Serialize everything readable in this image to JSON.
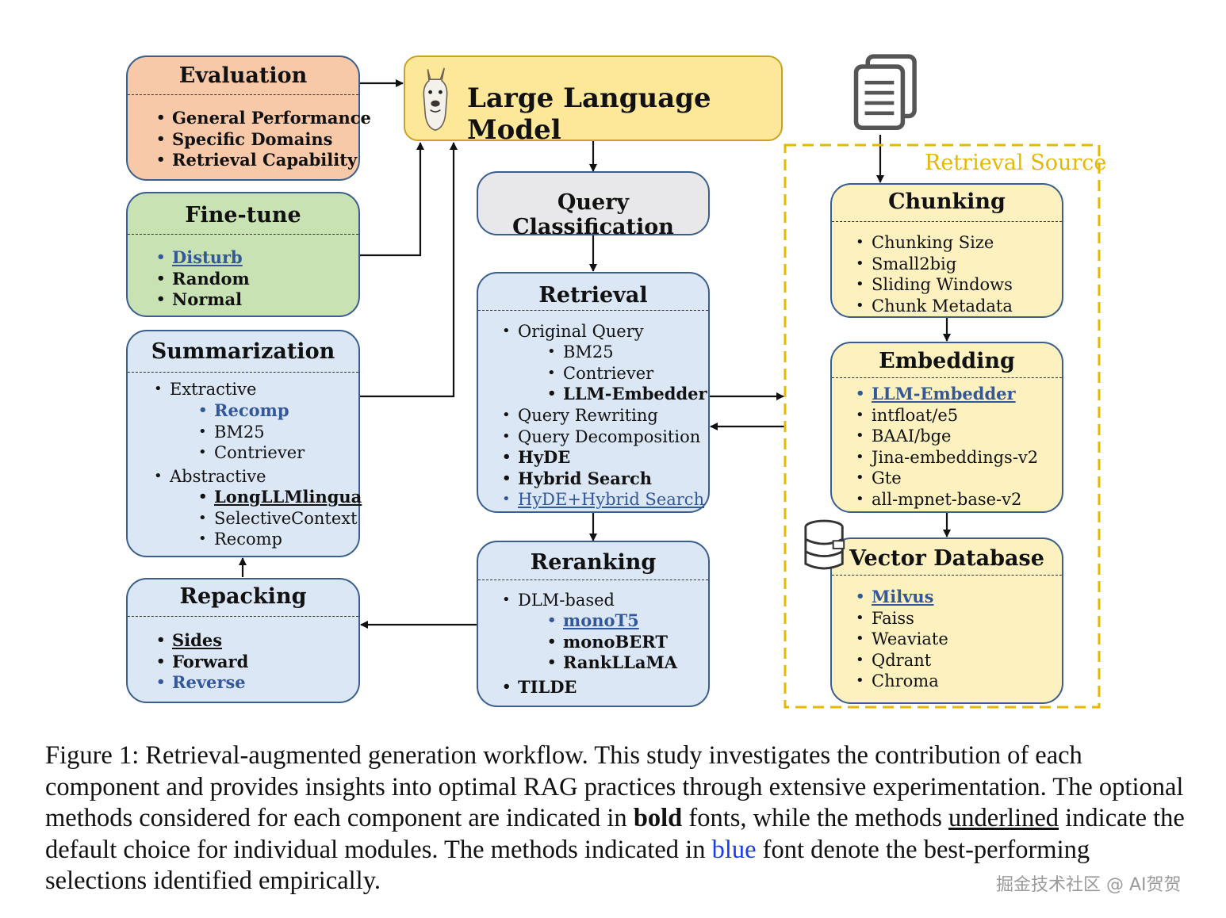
{
  "llm": {
    "title": "Large Language Model"
  },
  "evaluation": {
    "title": "Evaluation",
    "items": [
      "General Performance",
      "Specific Domains",
      "Retrieval Capability"
    ]
  },
  "finetune": {
    "title": "Fine-tune",
    "items": [
      "Disturb",
      "Random",
      "Normal"
    ]
  },
  "summarization": {
    "title": "Summarization",
    "extractive": "Extractive",
    "extractive_items": [
      "Recomp",
      "BM25",
      "Contriever"
    ],
    "abstractive": "Abstractive",
    "abstractive_items": [
      "LongLLMlingua",
      "SelectiveContext",
      "Recomp"
    ]
  },
  "repacking": {
    "title": "Repacking",
    "items": [
      "Sides",
      "Forward",
      "Reverse"
    ]
  },
  "query_classification": {
    "title": "Query Classification"
  },
  "retrieval": {
    "title": "Retrieval",
    "original_query": "Original Query",
    "original_items": [
      "BM25",
      "Contriever",
      "LLM-Embedder"
    ],
    "items": [
      "Query Rewriting",
      "Query Decomposition",
      "HyDE",
      "Hybrid Search",
      "HyDE+Hybrid Search"
    ]
  },
  "reranking": {
    "title": "Reranking",
    "dlm": "DLM-based",
    "dlm_items": [
      "monoT5",
      "monoBERT",
      "RankLLaMA"
    ],
    "tilde": "TILDE"
  },
  "retrieval_source": {
    "label": "Retrieval Source"
  },
  "chunking": {
    "title": "Chunking",
    "items": [
      "Chunking Size",
      "Small2big",
      "Sliding Windows",
      "Chunk Metadata"
    ]
  },
  "embedding": {
    "title": "Embedding",
    "items": [
      "LLM-Embedder",
      "intfloat/e5",
      "BAAI/bge",
      "Jina-embeddings-v2",
      "Gte",
      "all-mpnet-base-v2"
    ]
  },
  "vector_db": {
    "title": "Vector Database",
    "items": [
      "Milvus",
      "Faiss",
      "Weaviate",
      "Qdrant",
      "Chroma"
    ]
  },
  "caption": {
    "p1": "Figure 1:   Retrieval-augmented generation workflow. This study investigates the contribution of each component and provides insights into optimal RAG practices through extensive experimentation. The optional methods considered for each component are indicated in ",
    "bold": "bold",
    "p2": " fonts, while the methods ",
    "underlined": "underlined",
    "p3": " indicate the default choice for individual modules. The methods indicated in ",
    "blue": "blue",
    "p4": " font denote the best-performing selections identified empirically."
  },
  "watermark": "掘金技术社区 @ AI贺贺",
  "colors": {
    "llm_fill": "#fde89a",
    "eval_fill": "#f8c9a8",
    "finetune_fill": "#c9e2b3",
    "module_fill": "#dbe7f5",
    "source_fill": "#fdf1bf",
    "source_border": "#e6b800",
    "best_blue": "#33589a"
  },
  "icons": [
    "llama-icon",
    "documents-icon",
    "database-icon"
  ]
}
